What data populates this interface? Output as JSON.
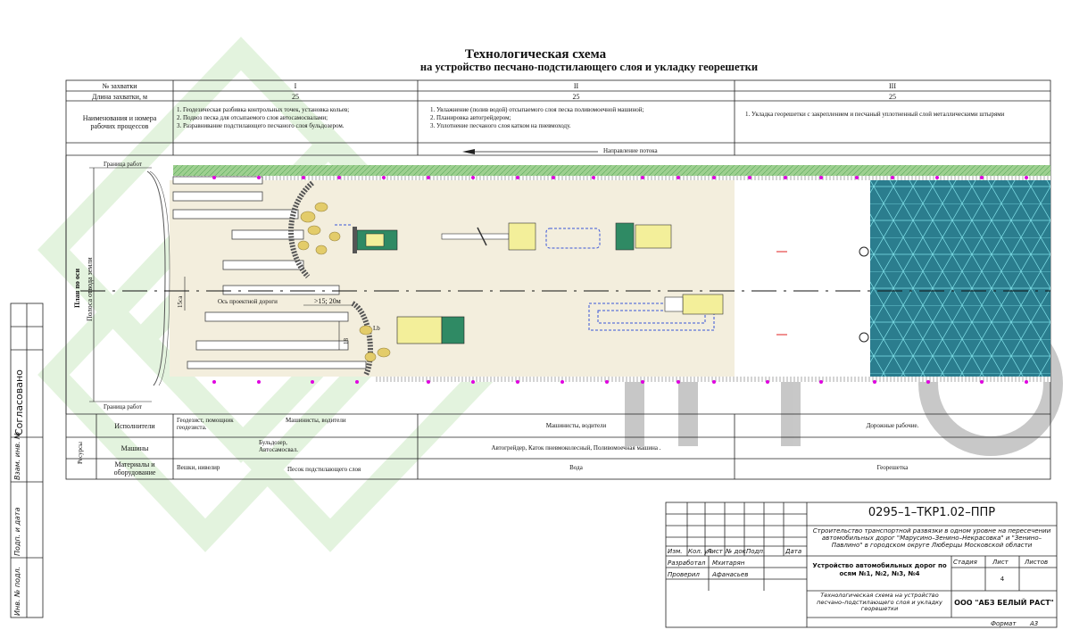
{
  "title": {
    "main": "Технологическая схема",
    "sub": "на устройство песчано-подстилающего слоя и укладку георешетки"
  },
  "header_table": {
    "row_labels": {
      "capture_no": "№ захватки",
      "capture_len": "Длина захватки, м",
      "process": "Наименования и номера рабочих процессов"
    },
    "captures": [
      {
        "num": "I",
        "len": "25",
        "processes": [
          "1. Геодезическая разбивка контрольных точек, установка кольев;",
          "2. Подвоз песка для отсыпаемого слоя автосамосвалами;",
          "3. Разравнивание подстилающего песчаного слоя бульдозером."
        ]
      },
      {
        "num": "II",
        "len": "25",
        "processes": [
          "1. Увлажнение (полив водой) отсыпаемого слоя песка поливомоечной машиной;",
          "2. Планировка автогрейдером;",
          "3. Уплотнение песчаного слоя катком на пневмоходу."
        ]
      },
      {
        "num": "III",
        "len": "25",
        "processes": [
          "1. Укладка георешетки с закреплением и песчаный уплотненный слой металлическими штырями"
        ]
      }
    ]
  },
  "plan": {
    "flow_direction": "Направление потока",
    "work_border_top": "Граница работ",
    "work_border_bottom": "Граница работ",
    "plan_label": "План по оси",
    "band_label": "Полоса отвода земли",
    "axis_label": "Ось проектной дороги",
    "distance_label": ">15; 20м",
    "dim_15": "15са",
    "dim_18": "18",
    "lb": "Lb"
  },
  "resources": {
    "group_label": "Ресурсы",
    "rows": [
      {
        "label": "Исполнители",
        "c1a": "Геодезист, помощник геодезиста.",
        "c1b": "Машинисты, водители",
        "c2": "Машинисты, водители",
        "c3": "Дорожные рабочие."
      },
      {
        "label": "Машины",
        "c1a": "",
        "c1b": "Бульдозер, Автосамосвал.",
        "c2": "Автогрейдер, Каток пневмоколесный, Поливомоечная машина .",
        "c3": ""
      },
      {
        "label": "Материалы и оборудование",
        "c1a": "Вешки, нивелир",
        "c1b": "Песок подстилающего слоя",
        "c2": "Вода",
        "c3": "Георешетка"
      }
    ]
  },
  "side_panel": {
    "agreed": "Согласовано",
    "inv_orig": "Инв. № подл.",
    "sign_date": "Подп. и дата",
    "inv_dup": "Взам. инв. №"
  },
  "stamp": {
    "code": "0295–1–ТКР1.02–ППР",
    "project": "Строительство транспортной развязки в одном уровне на пересечении автомобильных дорог \"Марусино–Зенино–Некрасовка\" и \"Зенино–Павлино\" в городском округе Люберцы Московской области",
    "columns": [
      "Изм.",
      "Кол. уч",
      "Лист",
      "№ док.",
      "Подп.",
      "Дата"
    ],
    "developed_role": "Разработал",
    "developed_name": "Мхитарян",
    "checked_role": "Проверил",
    "checked_name": "Афанасьев",
    "object": "Устройство автомобильных дорог по осям №1, №2, №3, №4",
    "stage_label": "Стадия",
    "sheet_label": "Лист",
    "sheets_label": "Листов",
    "sheet_value": "4",
    "sheet_title": "Технологическая схема на устройство песчано–подстилающего слоя и укладку георешетки",
    "company": "ООО \"АБЗ БЕЛЫЙ РАСТ\"",
    "format_label": "Формат",
    "format_value": "А3"
  },
  "colors": {
    "grass": "#9ed090",
    "sand": "#f3eedd",
    "geogrid": "#2b7d8e",
    "grid_line": "#7fe0e8",
    "machine_green": "#2f8a64",
    "machine_yellow": "#f3ef9a",
    "route_blue": "#3a55d8",
    "watermark_green": "#c9e8bf",
    "watermark_gray": "#9a9a9a",
    "pink": "#e000e0"
  }
}
